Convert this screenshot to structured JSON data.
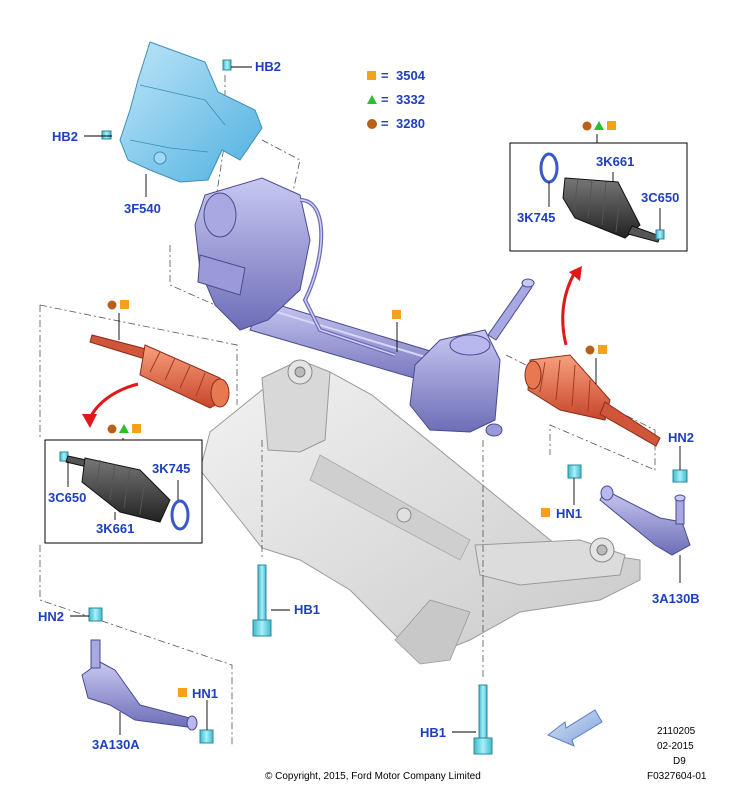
{
  "legend": [
    {
      "symbol": "square",
      "color": "#f5a21b",
      "equals": "=",
      "code": "3504"
    },
    {
      "symbol": "triangle",
      "color": "#2bc02b",
      "equals": "=",
      "code": "3332"
    },
    {
      "symbol": "circle",
      "color": "#b8601a",
      "equals": "=",
      "code": "3280"
    }
  ],
  "parts": {
    "hb2_top": "HB2",
    "hb2_left": "HB2",
    "heat_shield": "3F540",
    "boot_right": "3K661",
    "clamp_right": "3K745",
    "clip_right": "3C650",
    "clamp_left": "3K745",
    "clip_left": "3C650",
    "boot_left": "3K661",
    "hn2_right": "HN2",
    "hn1_right": "HN1",
    "tie_rod_right": "3A130B",
    "hb1_mid": "HB1",
    "hn2_left": "HN2",
    "hn1_left": "HN1",
    "tie_rod_left": "3A130A",
    "hb1_bottom": "HB1"
  },
  "meta": {
    "line1": "2110205",
    "line2": "02-2015",
    "line3": "D9",
    "figure_id": "F0327604-01",
    "copyright": "© Copyright, 2015, Ford Motor Company Limited"
  },
  "colors": {
    "label": "#1e3fbf",
    "legend_square": "#f5a21b",
    "legend_triangle": "#2bc02b",
    "legend_circle": "#b8601a",
    "boot_red": "#e0603a",
    "boot_dark": "#3a3a3a",
    "rack_purple": "#8f8fd8",
    "shield_blue": "#7fc8ee",
    "nut_cyan": "#5fd8e8",
    "subframe_gray": "#e6e6e6",
    "arrow_red": "#e01818"
  }
}
